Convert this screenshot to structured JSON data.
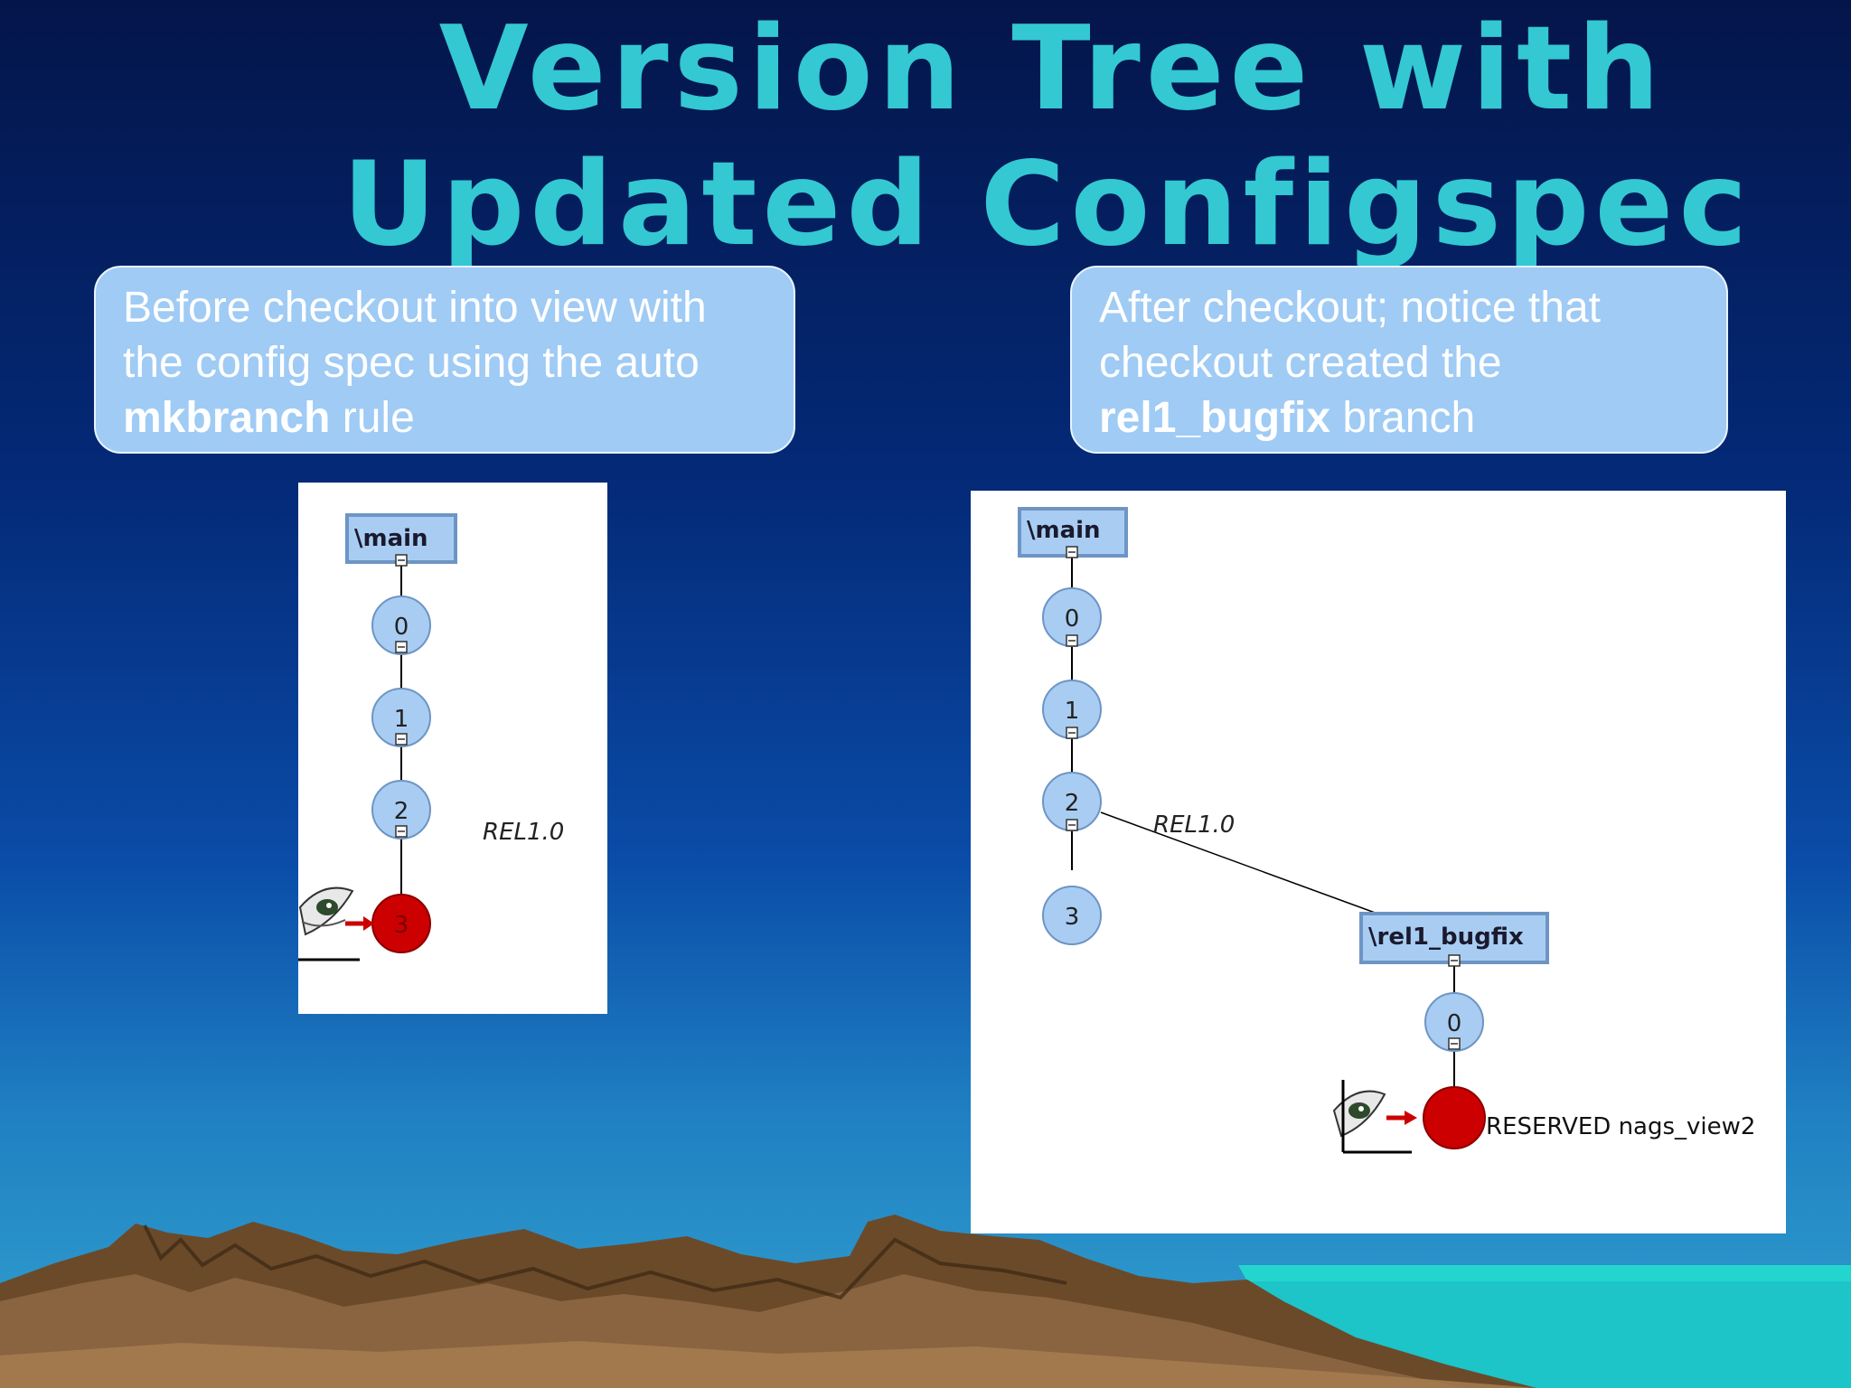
{
  "slide": {
    "title_line1": "Version Tree with",
    "title_line2": "Updated Configspec"
  },
  "left_callout": {
    "text_before": "Before checkout into view with the config spec using the auto ",
    "bold": "mkbranch",
    "text_after": " rule"
  },
  "right_callout": {
    "text_before": "After checkout; notice that checkout created the ",
    "bold": "rel1_bugfix",
    "text_after": " branch"
  },
  "left_tree": {
    "branch_label": "\\main",
    "versions": [
      "0",
      "1",
      "2",
      "3"
    ],
    "label": "REL1.0"
  },
  "right_tree": {
    "main_branch_label": "\\main",
    "main_versions": [
      "0",
      "1",
      "2",
      "3"
    ],
    "label": "REL1.0",
    "sub_branch_label": "\\rel1_bugfix",
    "sub_versions": [
      "0"
    ],
    "checkout_status": "RESERVED nags_view2"
  },
  "colors": {
    "title": "#33c8d2",
    "callout_bg": "#9fcbf5",
    "node_fill": "#a9cdf2",
    "checkout_node": "#cc0000"
  }
}
